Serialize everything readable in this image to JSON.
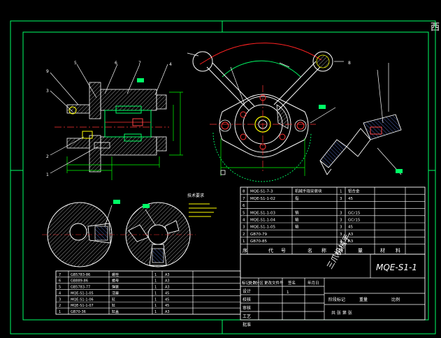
{
  "corner_char": "西",
  "drawing_number": "MQE-S1-1",
  "assembly_name": "三爪机械手",
  "callouts": [
    "1",
    "2",
    "3",
    "4",
    "5",
    "6",
    "7",
    "8",
    "9"
  ],
  "tech_notes_title": "技术要求",
  "bom_upper": [
    {
      "no": "8",
      "code": "MQE-S1-7-3",
      "name": "机械手指安装块",
      "qty": "1",
      "mat": "铝合金"
    },
    {
      "no": "7",
      "code": "MQE-S1-1-02",
      "name": "指",
      "qty": "3",
      "mat": "45"
    },
    {
      "no": "6",
      "code": "",
      "name": "",
      "qty": "",
      "mat": ""
    },
    {
      "no": "5",
      "code": "MQE-S1-1-03",
      "name": "销",
      "qty": "3",
      "mat": "GCr15"
    },
    {
      "no": "4",
      "code": "MQE-S1-1-04",
      "name": "轴",
      "qty": "3",
      "mat": "GCr15"
    },
    {
      "no": "3",
      "code": "MQE-S1-1-05",
      "name": "轴",
      "qty": "3",
      "mat": "45"
    },
    {
      "no": "2",
      "code": "GB70-79",
      "name": "",
      "qty": "3",
      "mat": "A3"
    },
    {
      "no": "1",
      "code": "GB70-85",
      "name": "",
      "qty": "3",
      "mat": "A3"
    }
  ],
  "bom_upper_header": [
    "序",
    "代",
    "号",
    "名",
    "称",
    "数",
    "量",
    "材",
    "料"
  ],
  "bom_lower": [
    {
      "code": "GB5783-86",
      "name": "螺栓",
      "qty": "1",
      "mat": "A3"
    },
    {
      "code": "GB889-86",
      "name": "螺母",
      "qty": "1",
      "mat": "A3"
    },
    {
      "code": "GB5783-77",
      "name": "弹簧",
      "qty": "1",
      "mat": "A3"
    },
    {
      "code": "MQE-S1-1-05",
      "name": "活塞",
      "qty": "1",
      "mat": "45"
    },
    {
      "code": "MQE-S1-1-06",
      "name": "缸",
      "qty": "1",
      "mat": "45"
    },
    {
      "code": "MQE-S1-1-07",
      "name": "缸",
      "qty": "1",
      "mat": "45"
    },
    {
      "code": "GB70-36",
      "name": "缸盖",
      "qty": "1",
      "mat": "A3"
    }
  ],
  "title_block": {
    "row_labels": [
      "标记",
      "处数",
      "分区",
      "更改文件号",
      "签名",
      "年月日"
    ],
    "roles": [
      "设计",
      "校核",
      "审核",
      "工艺",
      "批准"
    ],
    "right_labels": [
      "阶段标记",
      "重量",
      "比例"
    ],
    "sheet": "共 张 第 张"
  },
  "colors": {
    "frame": "#00ff66",
    "geometry": "#ffffff",
    "center": "#ff3333",
    "hatch": "#4488ff",
    "dim": "#00ff00",
    "arc": "#ff2222",
    "note": "#ffff00"
  }
}
